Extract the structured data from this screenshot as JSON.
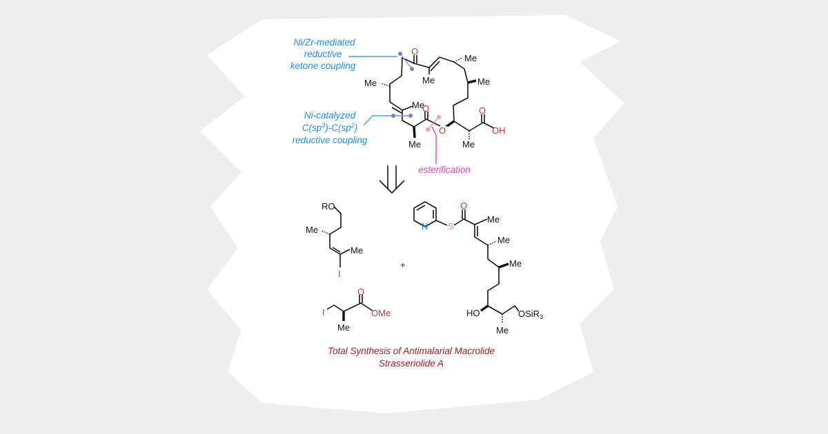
{
  "annotations": {
    "ketone_coupling": [
      "Ni/Zr-mediated",
      "reductive",
      "ketone coupling"
    ],
    "sp3_sp2_coupling": [
      "Ni-catalyzed",
      "C(sp",
      "3",
      ")-C(sp",
      "2",
      ")",
      "reductive coupling"
    ],
    "esterification": "esterification"
  },
  "atoms": {
    "O": "O",
    "Me": "Me",
    "OH": "OH",
    "RO": "RO",
    "I": "I",
    "OMe": "OMe",
    "N": "N",
    "S": "S",
    "HO": "HO",
    "OSiR": "OSiR",
    "sub3": "3",
    "plus": "+"
  },
  "title": [
    "Total Synthesis of Antimalarial Macrolide",
    "Strasseriolide A"
  ],
  "colors": {
    "blue": "#1e90e0",
    "pink": "#e040d0",
    "title": "#9b1c1c",
    "oxygen": "#c0392b"
  }
}
